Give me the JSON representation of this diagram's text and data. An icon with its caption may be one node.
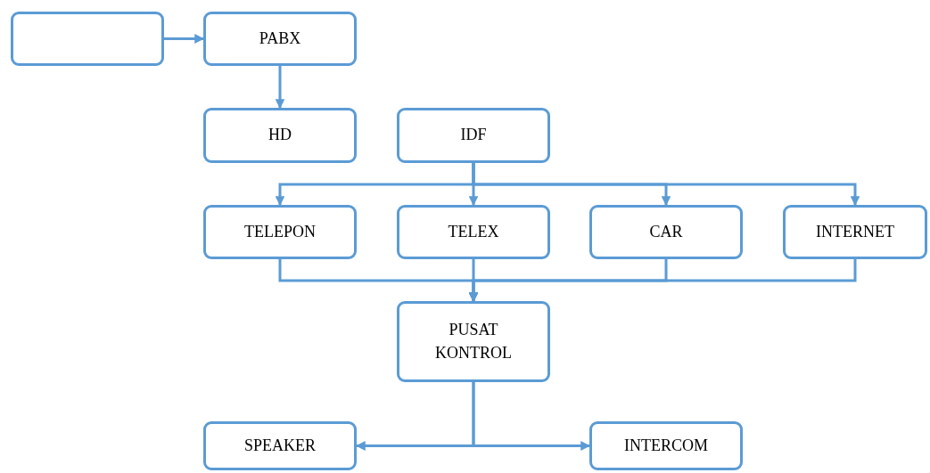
{
  "diagram": {
    "nodes": [
      {
        "text": [],
        "shape": "box"
      },
      {
        "text": [
          "PABX"
        ]
      },
      {
        "text": [
          "HD"
        ]
      },
      {
        "text": [
          "IDF"
        ]
      },
      {
        "text": [
          "TELEPON"
        ]
      },
      {
        "text": [
          "TELEX"
        ]
      },
      {
        "text": [
          "CAR"
        ]
      },
      {
        "text": [
          "INTERNET"
        ]
      },
      {
        "text": [
          "PUSAT KONTROL"
        ]
      },
      {
        "text": [
          "SPEAKER"
        ]
      },
      {
        "text": [
          "INTERCOM"
        ]
      }
    ],
    "edges": [
      {
        "from": 0,
        "to": 1,
        "arrow": "to"
      },
      {
        "from": 1,
        "to": 2,
        "arrow": "to"
      },
      {
        "from": 3,
        "to": 4,
        "arrow": "to"
      },
      {
        "from": 3,
        "to": 5,
        "arrow": "to"
      },
      {
        "from": 3,
        "to": 6,
        "arrow": "to"
      },
      {
        "from": 3,
        "to": 7,
        "arrow": "to"
      },
      {
        "from": 4,
        "to": 8,
        "arrow": "to"
      },
      {
        "from": 5,
        "to": 8,
        "arrow": "to"
      },
      {
        "from": 6,
        "to": 8,
        "arrow": "to"
      },
      {
        "from": 7,
        "to": 8,
        "arrow": "to"
      },
      {
        "from": 8,
        "to": 9,
        "arrow": "to"
      },
      {
        "from": 8,
        "to": 10,
        "arrow": "to"
      }
    ]
  }
}
